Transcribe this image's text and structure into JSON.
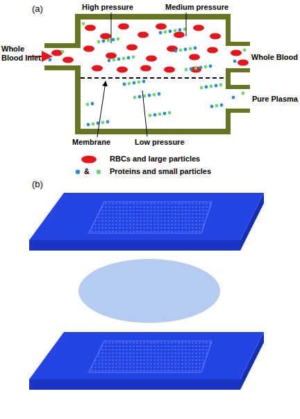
{
  "diagram": {
    "labels": [
      "(a)",
      "High pressure",
      "Medium pressure",
      "Whole Blood Inlet",
      "Whole Blood",
      "Pure Plasma",
      "Membrane",
      "Low pressure",
      "&",
      "(b)"
    ],
    "legend": [
      {
        "text": "RBCs and large particles",
        "color": "#e3161c"
      },
      {
        "text": "Proteins and small particles"
      }
    ]
  }
}
